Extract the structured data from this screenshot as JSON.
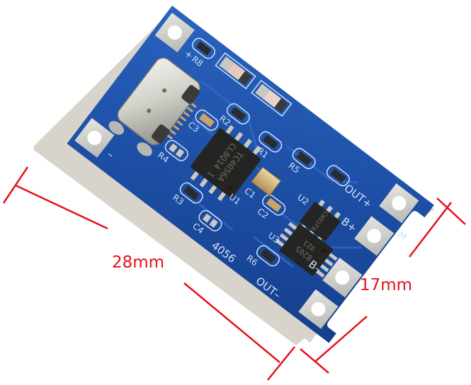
{
  "image": {
    "subject": "TP4056 USB Type-C lithium battery charging module PCB",
    "background_color": "#ffffff",
    "board_color": "#1d4fa6",
    "silkscreen_color": "#cfe0f7",
    "annotation_color": "#e8101a"
  },
  "dimensions": {
    "length_label": "28mm",
    "width_label": "17mm"
  },
  "silkscreen": {
    "board_name": "4056",
    "pads": {
      "minus": "–",
      "out_plus": "OUT+",
      "out_minus": "OUT–",
      "b_plus": "B+",
      "b_minus": "B–",
      "m": "M",
      "plus": "+"
    },
    "refs": {
      "r1": "R1",
      "r2": "R2",
      "r3": "R3",
      "r4": "R4",
      "r5": "R5",
      "r6": "R6",
      "r8": "R8",
      "c1": "C1",
      "c2": "C2",
      "c3": "C3",
      "c4": "C4",
      "u1": "U1",
      "u2": "U2",
      "u3": "U3"
    }
  },
  "chips": {
    "u1_line1": "TC4056A",
    "u1_line2": "CL8Q14 1",
    "u2_marking": "CW01FA",
    "u3_line1": "8205",
    "u3_line2": "923"
  },
  "components": [
    {
      "name": "usb-type-c-connector"
    },
    {
      "name": "led-red"
    },
    {
      "name": "led-green"
    },
    {
      "name": "tantalum-capacitor-c1"
    }
  ]
}
